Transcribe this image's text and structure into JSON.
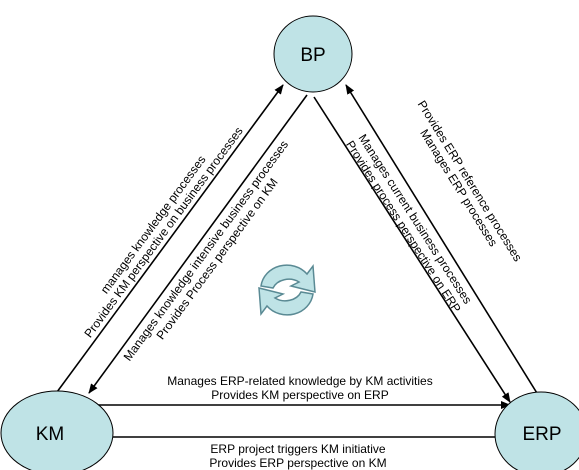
{
  "nodes": {
    "bp": {
      "label": "BP"
    },
    "km": {
      "label": "KM"
    },
    "erp": {
      "label": "ERP"
    }
  },
  "edges": {
    "km_to_bp": {
      "line1": "manages knowledge processes",
      "line2": "Provides KM perspective on business processes"
    },
    "bp_to_km": {
      "line1": "Manages knowledge intensive business processes",
      "line2": "Provides Process perspective on KM"
    },
    "bp_to_erp": {
      "line1": "Manages current business processes",
      "line2": "Provides process perspective on ERP"
    },
    "erp_to_bp": {
      "line1": "Provides ERP reference processes",
      "line2": "Manages ERP processes"
    },
    "km_to_erp": {
      "line1": "Manages ERP-related knowledge by KM activities",
      "line2": "Provides KM perspective on ERP"
    },
    "erp_to_km": {
      "line1": "ERP project triggers KM initiative",
      "line2": "Provides ERP perspective on KM"
    }
  },
  "colors": {
    "node_fill": "#bfe3e6",
    "node_stroke": "#000000",
    "cycle_icon_fill": "#bfe3e6",
    "cycle_icon_stroke": "#5a8a94"
  }
}
